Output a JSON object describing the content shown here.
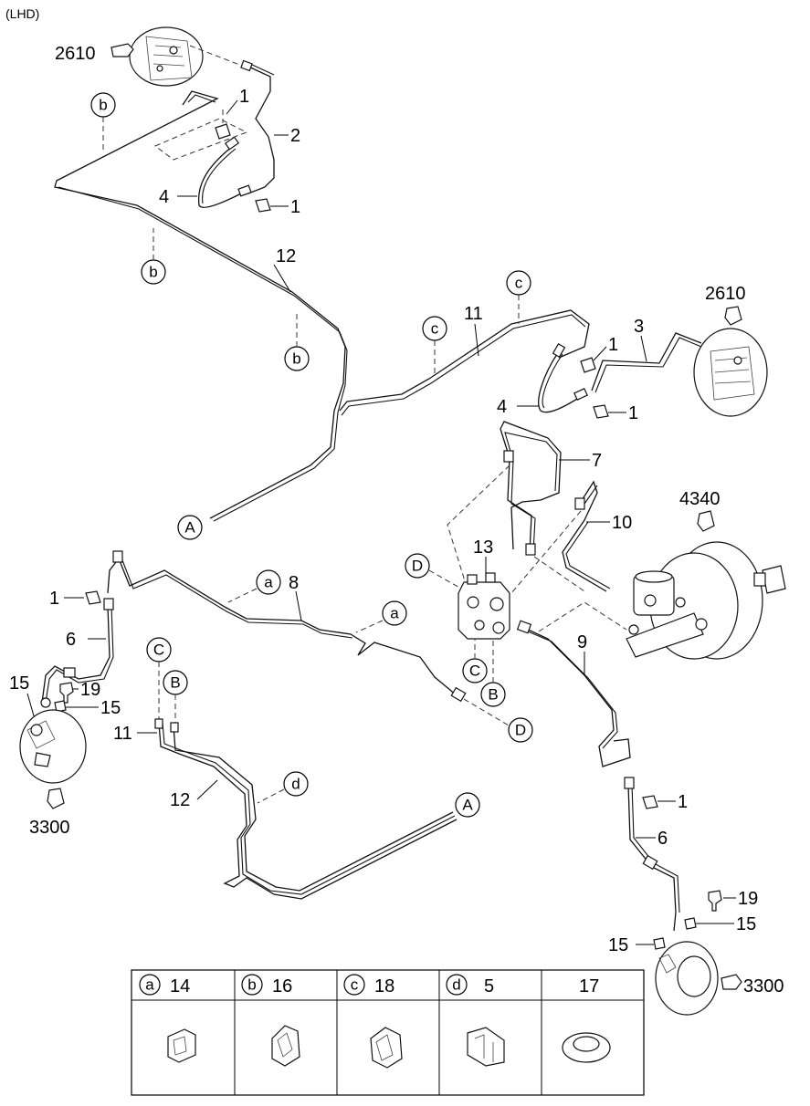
{
  "header": {
    "variant": "(LHD)"
  },
  "part_labels": {
    "p2610_top": "2610",
    "p2610_right": "2610",
    "p4340": "4340",
    "p3300_left": "3300",
    "p3300_right": "3300",
    "n1_a": "1",
    "n1_b": "1",
    "n1_c": "1",
    "n1_d": "1",
    "n1_e": "1",
    "n1_f": "1",
    "n2": "2",
    "n3": "3",
    "n4_a": "4",
    "n4_b": "4",
    "n6_a": "6",
    "n6_b": "6",
    "n7": "7",
    "n8": "8",
    "n9": "9",
    "n10": "10",
    "n11_a": "11",
    "n11_b": "11",
    "n12_a": "12",
    "n12_b": "12",
    "n13": "13",
    "n15_a": "15",
    "n15_b": "15",
    "n15_c": "15",
    "n15_d": "15",
    "n19_a": "19",
    "n19_b": "19"
  },
  "circle_refs": {
    "b1": "b",
    "b2": "b",
    "b3": "b",
    "c1": "c",
    "c2": "c",
    "a1": "a",
    "a2": "a",
    "d1": "d",
    "A1": "A",
    "A2": "A",
    "B1": "B",
    "B2": "B",
    "C1": "C",
    "C2": "C",
    "D1": "D",
    "D2": "D"
  },
  "legend_table": {
    "columns": [
      {
        "key": "a",
        "part": "14"
      },
      {
        "key": "b",
        "part": "16"
      },
      {
        "key": "c",
        "part": "18"
      },
      {
        "key": "d",
        "part": "5"
      },
      {
        "key": "",
        "part": "17"
      }
    ]
  }
}
